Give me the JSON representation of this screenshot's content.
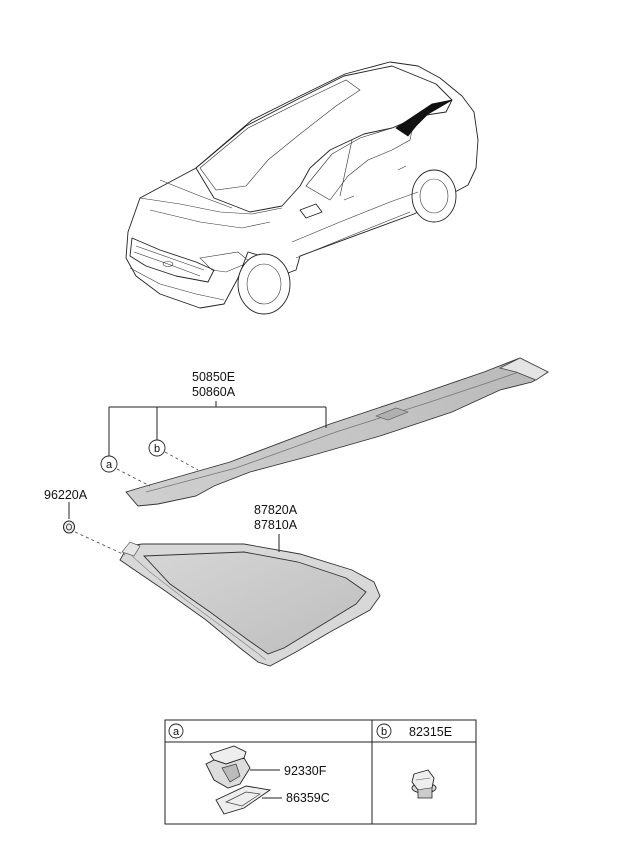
{
  "diagram": {
    "part_numbers": {
      "moulding_1": "50850E",
      "moulding_2": "50860A",
      "quarter_glass_1": "87820A",
      "quarter_glass_2": "87810A",
      "fastener": "96220A",
      "clip_a1": "92330F",
      "clip_a2": "86359C",
      "clip_b": "82315E"
    },
    "callouts": {
      "a": "a",
      "b": "b"
    },
    "legend_table": {
      "col_a_marker": "a",
      "col_b_marker": "b",
      "col_b_part": "82315E",
      "col_a_parts": [
        "92330F",
        "86359C"
      ]
    }
  }
}
